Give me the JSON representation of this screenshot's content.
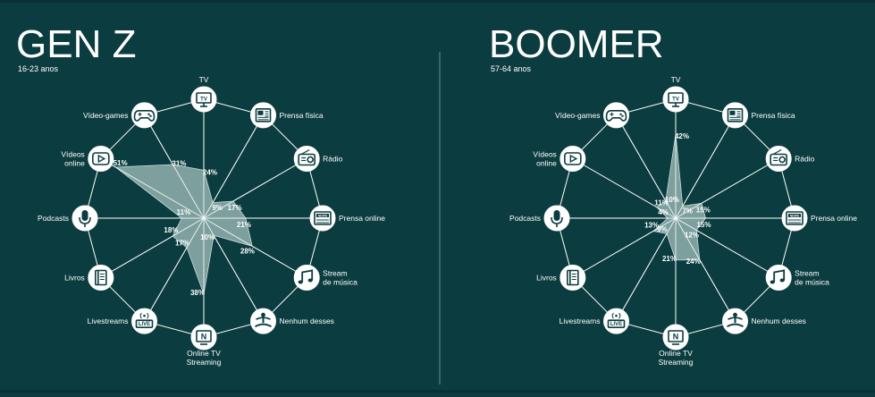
{
  "chart_data": [
    {
      "type": "radar",
      "title": "GEN Z",
      "subtitle": "16-23 anos",
      "categories": [
        "TV",
        "Prensa física",
        "Rádio",
        "Prensa online",
        "Stream de música",
        "Nenhum desses",
        "Online TV Streaming",
        "Livestreams",
        "Livros",
        "Podcasts",
        "Vídeos online",
        "Vídeo-games"
      ],
      "values": [
        24,
        9,
        17,
        21,
        28,
        10,
        38,
        17,
        18,
        11,
        51,
        31
      ],
      "value_labels": [
        "24%",
        "9%",
        "17%",
        "21%",
        "28%",
        "10%",
        "38%",
        "17%",
        "18%",
        "11%",
        "51%",
        "31%"
      ]
    },
    {
      "type": "radar",
      "title": "BOOMER",
      "subtitle": "57-64 anos",
      "categories": [
        "TV",
        "Prensa física",
        "Rádio",
        "Prensa online",
        "Stream de música",
        "Nenhum desses",
        "Online TV Streaming",
        "Livestreams",
        "Livros",
        "Podcasts",
        "Vídeos online",
        "Vídeo-games"
      ],
      "values": [
        42,
        7,
        15,
        15,
        12,
        24,
        21,
        9,
        13,
        4,
        11,
        10
      ],
      "value_labels": [
        "42%",
        "7%",
        "15%",
        "15%",
        "12%",
        "24%",
        "21%",
        "9%",
        "13%",
        "4%",
        "11%",
        "10%"
      ]
    }
  ],
  "category_lines": [
    [
      "TV"
    ],
    [
      "Prensa física"
    ],
    [
      "Rádio"
    ],
    [
      "Prensa online"
    ],
    [
      "Stream",
      "de música"
    ],
    [
      "Nenhum desses"
    ],
    [
      "Online TV",
      "Streaming"
    ],
    [
      "Livestreams"
    ],
    [
      "Livros"
    ],
    [
      "Podcasts"
    ],
    [
      "Vídeos",
      "online"
    ],
    [
      "Vídeo-games"
    ]
  ],
  "icons": [
    "tv-icon",
    "newspaper-icon",
    "radio-icon",
    "news-site-icon",
    "music-note-icon",
    "meditation-icon",
    "streaming-n-icon",
    "live-icon",
    "book-icon",
    "microphone-icon",
    "play-icon",
    "gamepad-icon"
  ],
  "icon_text": {
    "tv": "TV",
    "live": "LIVE",
    "news": "NEWS",
    "streaming": "N"
  },
  "colors": {
    "background": "#0b3c3f",
    "polygon_fill": "#a9c6c4",
    "line": "#ffffff",
    "text": "#ffffff"
  }
}
